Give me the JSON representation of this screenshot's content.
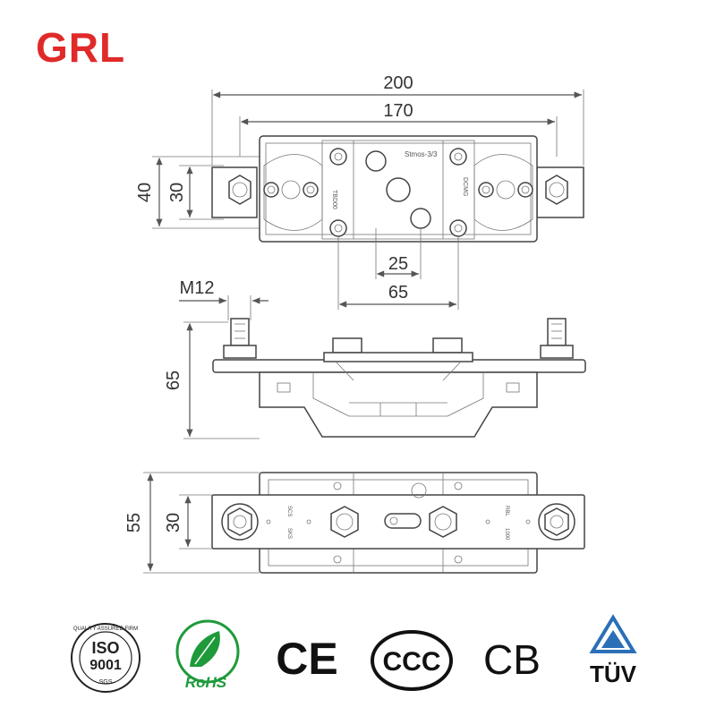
{
  "brand": {
    "logo": "GRL",
    "color": "#e02a2a"
  },
  "top_view": {
    "dims": {
      "overall_length": "200",
      "center_length": "170",
      "height_outer": "40",
      "height_inner": "30",
      "hole_spacing_small": "25",
      "hole_spacing_large": "65"
    },
    "label_code": "Stmos-3/3",
    "small_labels": [
      "TBD00",
      "DCMG"
    ]
  },
  "side_view": {
    "dims": {
      "thread": "M12",
      "height": "65"
    }
  },
  "bottom_view": {
    "dims": {
      "height_outer": "55",
      "height_inner": "30"
    },
    "small_labels": [
      "SCS",
      "SKS",
      "RBL",
      "1000"
    ]
  },
  "certifications": {
    "iso": {
      "ring_text": "QUALITY ASSURED FIRM",
      "main": "ISO",
      "number": "9001",
      "sub": "SGS"
    },
    "rohs": {
      "text": "RoHS",
      "color": "#1e9a3a"
    },
    "ce": {
      "text": "CE"
    },
    "ccc": {
      "text": "CCC"
    },
    "cb": {
      "text": "CB"
    },
    "tuv": {
      "text": "TÜV",
      "color": "#2a6fb8"
    }
  }
}
